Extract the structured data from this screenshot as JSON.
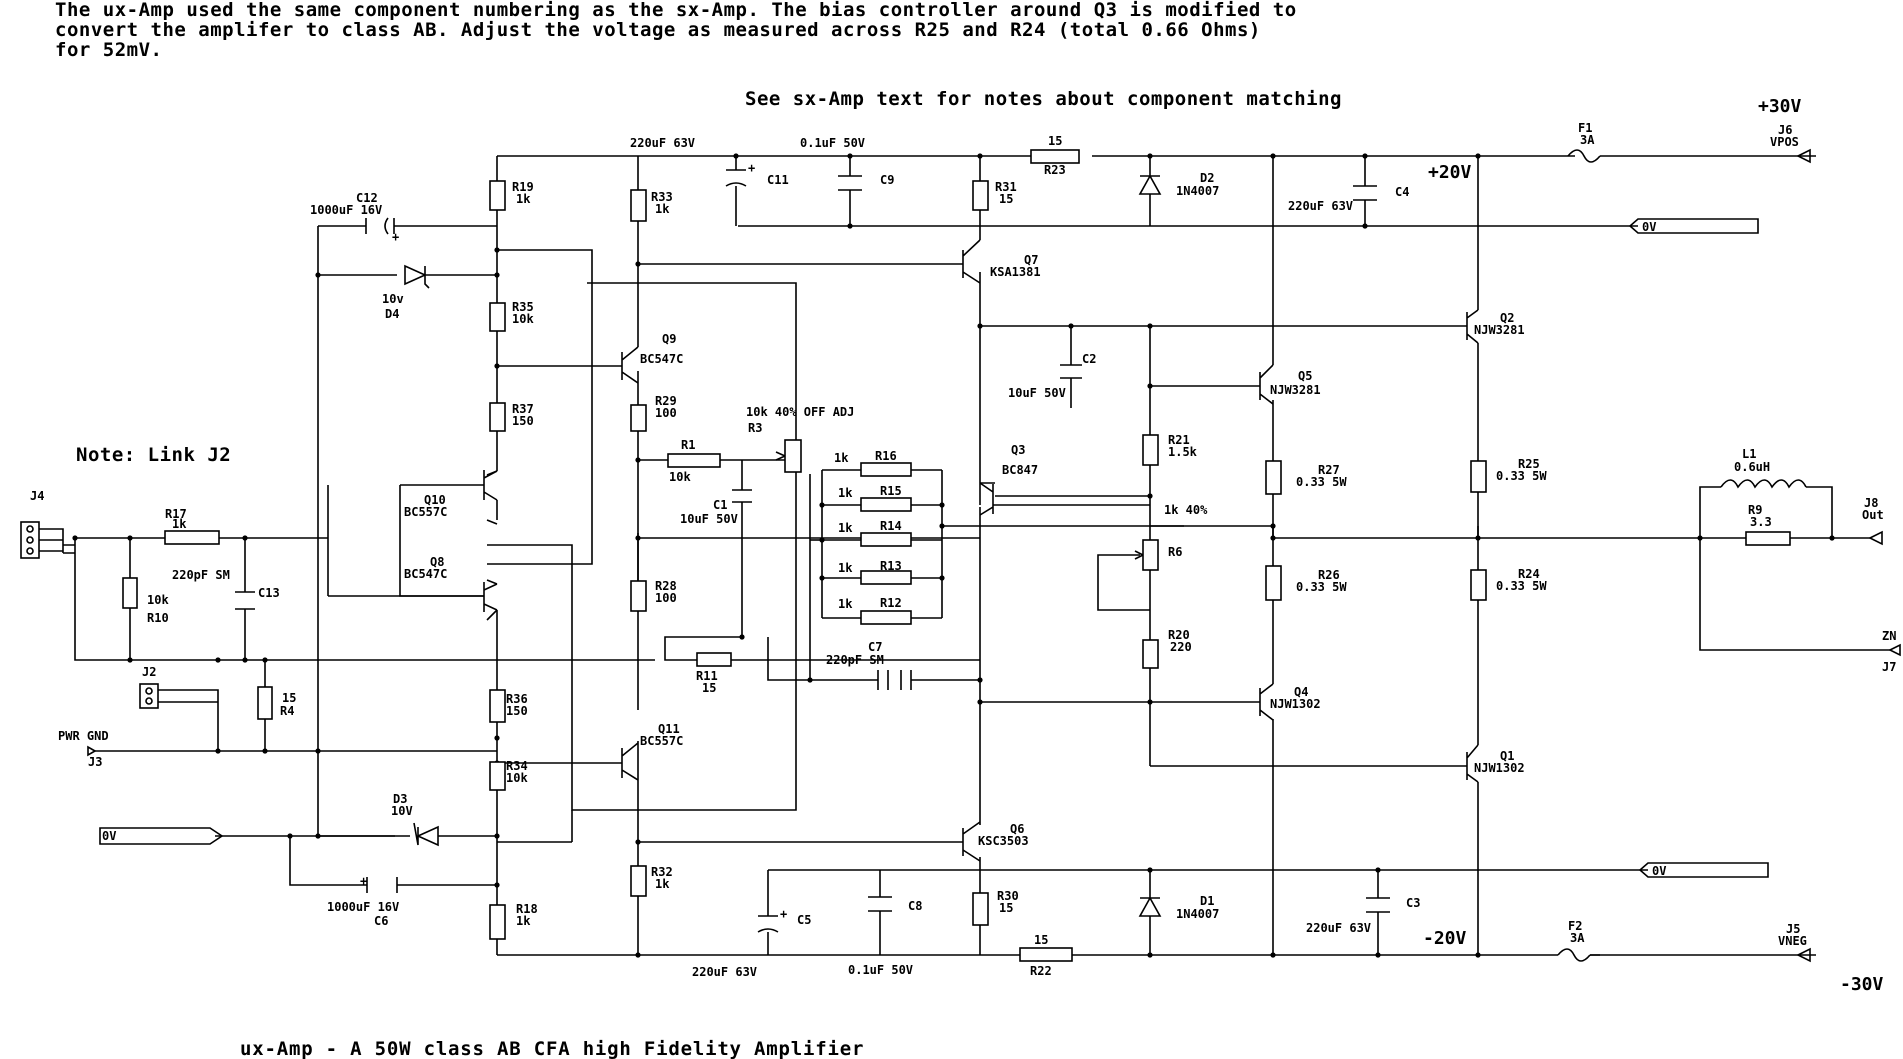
{
  "notes": {
    "line1": "The ux-Amp used the same component numbering as the sx-Amp.  The bias controller around Q3 is modified to",
    "line2": "convert the amplifer to class AB.  Adjust the voltage as measured across R25 and R24 (total 0.66 Ohms)",
    "line3": "for 52mV.",
    "matching": "See sx-Amp text for notes about component matching",
    "link": "Note: Link J2"
  },
  "title": "ux-Amp - A 50W class AB CFA high Fidelity Amplifier",
  "rails": {
    "pos30": "+30V",
    "pos20": "+20V",
    "neg20": "-20V",
    "neg30": "-30V"
  },
  "connectors": {
    "j4": "J4",
    "j2": "J2",
    "pwr_gnd": "PWR GND",
    "j3": "J3",
    "j6_name": "J6",
    "j6_net": "VPOS",
    "j5_name": "J5",
    "j5_net": "VNEG",
    "j8_name": "J8",
    "j8_net": "Out",
    "j7_name": "J7",
    "j7_net": "ZN",
    "gnd_left": "0V",
    "gnd_top": "0V",
    "gnd_bottom": "0V"
  },
  "fuses": {
    "f1": "F1",
    "f1_val": "3A",
    "f2": "F2",
    "f2_val": "3A"
  },
  "resistors": {
    "r19": "R19",
    "r19_val": "1k",
    "r35": "R35",
    "r35_val": "10k",
    "r37": "R37",
    "r37_val": "150",
    "r36": "R36",
    "r36_val": "150",
    "r34": "R34",
    "r34_val": "10k",
    "r18": "R18",
    "r18_val": "1k",
    "r33": "R33",
    "r33_val": "1k",
    "r29": "R29",
    "r29_val": "100",
    "r28": "R28",
    "r28_val": "100",
    "r32": "R32",
    "r32_val": "1k",
    "r17": "R17",
    "r17_val": "1k",
    "r10": "R10",
    "r10_val": "10k",
    "r4": "R4",
    "r4_val": "15",
    "r1": "R1",
    "r1_val": "10k",
    "r3": "R3",
    "r3_val": "10k 40% OFF ADJ",
    "r11": "R11",
    "r11_val": "15",
    "r16": "R16",
    "r16_val": "1k",
    "r15": "R15",
    "r15_val": "1k",
    "r14": "R14",
    "r14_val": "1k",
    "r13": "R13",
    "r13_val": "1k",
    "r12": "R12",
    "r12_val": "1k",
    "r31": "R31",
    "r31_val": "15",
    "r30": "R30",
    "r30_val": "15",
    "r23": "R23",
    "r23_val": "15",
    "r22": "R22",
    "r22_val": "15",
    "r21": "R21",
    "r21_val": "1.5k",
    "r6": "R6",
    "r6_val": "1k 40%",
    "r20": "R20",
    "r20_val": "220",
    "r27": "R27",
    "r27_val": "0.33 5W",
    "r26": "R26",
    "r26_val": "0.33 5W",
    "r25": "R25",
    "r25_val": "0.33 5W",
    "r24": "R24",
    "r24_val": "0.33 5W",
    "r9": "R9",
    "r9_val": "3.3"
  },
  "capacitors": {
    "c12": "C12",
    "c12_val": "1000uF 16V",
    "c6": "C6",
    "c6_val": "1000uF 16V",
    "c13": "C13",
    "c13_val": "220pF SM",
    "c1": "C1",
    "c1_val": "10uF 50V",
    "c7": "C7",
    "c7_val": "220pF SM",
    "c11": "C11",
    "c11_val": "220uF 63V",
    "c9": "C9",
    "c9_val": "0.1uF 50V",
    "c5": "C5",
    "c5_val": "220uF 63V",
    "c8": "C8",
    "c8_val": "0.1uF 50V",
    "c2": "C2",
    "c2_val": "10uF 50V",
    "c4": "C4",
    "c4_val": "220uF 63V",
    "c3": "C3",
    "c3_val": "220uF 63V"
  },
  "diodes": {
    "d4": "D4",
    "d4_val": "10v",
    "d3": "D3",
    "d3_val": "10V",
    "d2": "D2",
    "d2_val": "1N4007",
    "d1": "D1",
    "d1_val": "1N4007"
  },
  "transistors": {
    "q10": "Q10",
    "q10_val": "BC557C",
    "q8": "Q8",
    "q8_val": "BC547C",
    "q9": "Q9",
    "q9_val": "BC547C",
    "q11": "Q11",
    "q11_val": "BC557C",
    "q7": "Q7",
    "q7_val": "KSA1381",
    "q6": "Q6",
    "q6_val": "KSC3503",
    "q3": "Q3",
    "q3_val": "BC847",
    "q5": "Q5",
    "q5_val": "NJW3281",
    "q4": "Q4",
    "q4_val": "NJW1302",
    "q2": "Q2",
    "q2_val": "NJW3281",
    "q1": "Q1",
    "q1_val": "NJW1302"
  },
  "inductors": {
    "l1": "L1",
    "l1_val": "0.6uH"
  }
}
